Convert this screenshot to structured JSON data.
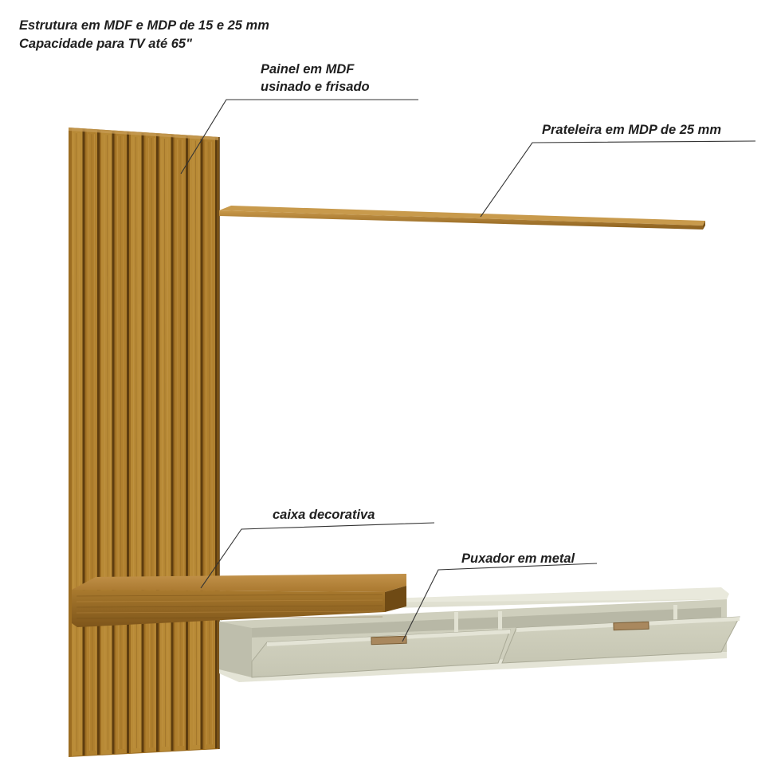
{
  "specs": {
    "line1": "Estrutura em  MDF e MDP de  15 e 25 mm",
    "line2": "Capacidade para TV até 65\""
  },
  "callouts": {
    "panel": {
      "line1": "Painel em MDF",
      "line2": "usinado e frisado"
    },
    "shelf": {
      "text": "Prateleira em MDP de 25 mm"
    },
    "box": {
      "text": "caixa decorativa"
    },
    "handle": {
      "text": "Puxador em metal"
    }
  },
  "colors": {
    "wood_light": "#b4842e",
    "wood_dark": "#6e4a14",
    "cream_face": "#dcdccb",
    "cream_shadow": "#bdbdab",
    "handle_metal": "#a9885e",
    "leader_line": "#333333"
  }
}
